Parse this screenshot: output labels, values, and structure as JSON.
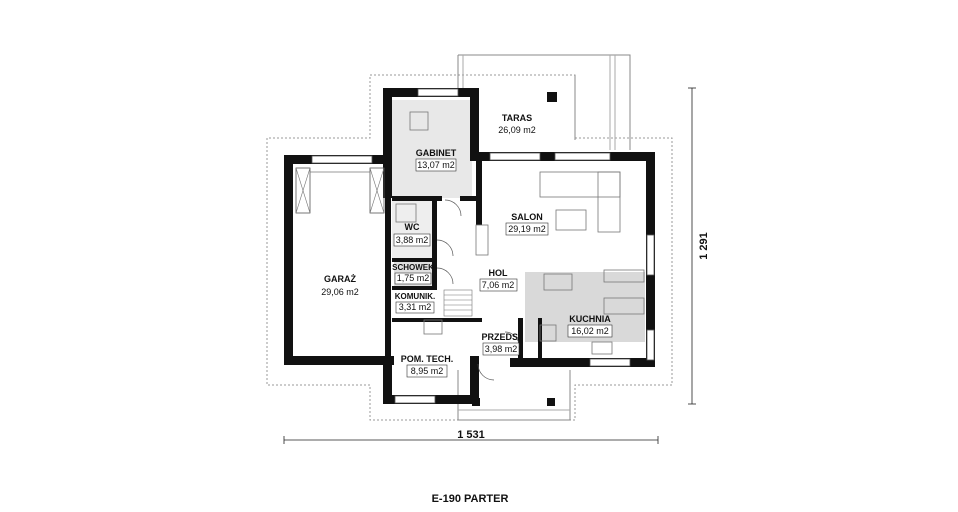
{
  "rooms": [
    {
      "name": "GABINET",
      "area": "13,07 m2"
    },
    {
      "name": "TARAS",
      "area": "26,09 m2"
    },
    {
      "name": "GARAŻ",
      "area": "29,06 m2"
    },
    {
      "name": "WC",
      "area": "3,88 m2"
    },
    {
      "name": "SALON",
      "area": "29,19 m2"
    },
    {
      "name": "SCHOWEK",
      "area": "1,75 m2"
    },
    {
      "name": "HOL",
      "area": "7,06 m2"
    },
    {
      "name": "KOMUNIK.",
      "area": "3,31 m2"
    },
    {
      "name": "KUCHNIA",
      "area": "16,02 m2"
    },
    {
      "name": "PRZEDS.",
      "area": "3,98 m2"
    },
    {
      "name": "POM. TECH.",
      "area": "8,95 m2"
    }
  ],
  "dimensions": {
    "width": "1 531",
    "height": "1 291"
  },
  "caption": "E-190 PARTER",
  "colors": {
    "wall": "#111111",
    "kitchen_floor": "#d9d9d9",
    "room_fill": "#e8e8e8",
    "outline": "#888888"
  }
}
